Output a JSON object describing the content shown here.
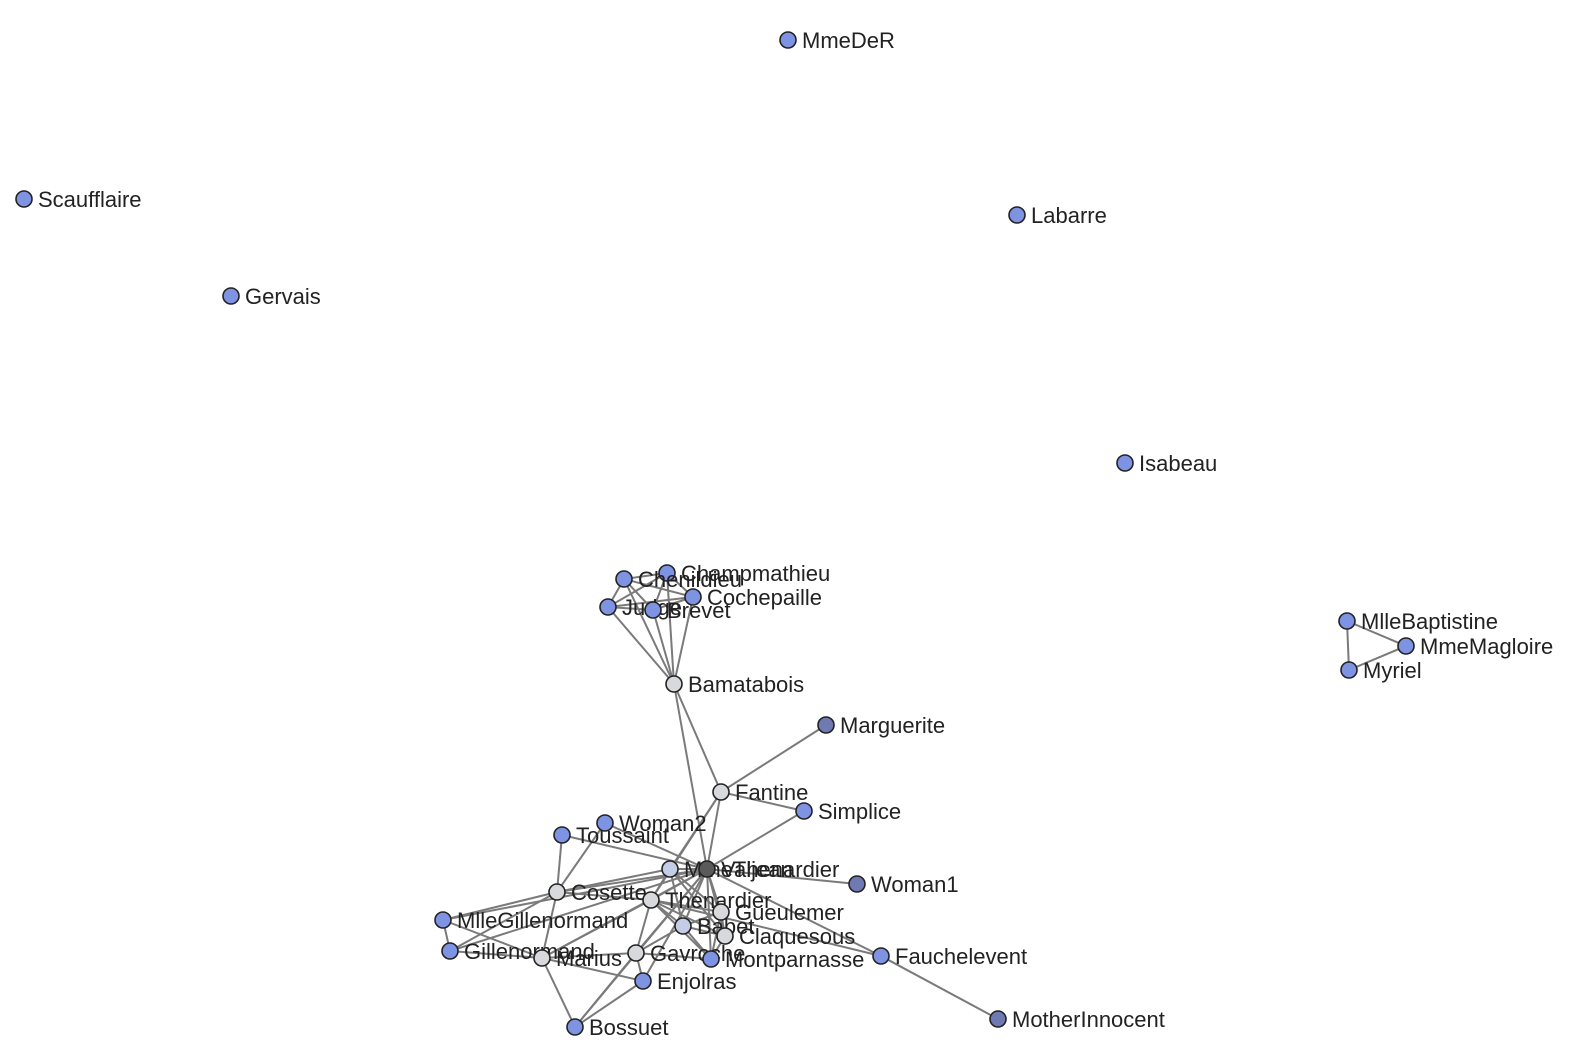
{
  "colors": {
    "blue": "#7f93e3",
    "light": "#d7d9dd",
    "lightblue": "#c3cde8",
    "dark": "#5a5a5a",
    "darkblue": "#6f7ab2",
    "edge": "#7a7a7a"
  },
  "nodes": [
    {
      "id": "MmeDeR",
      "color": "blue"
    },
    {
      "id": "Scaufflaire",
      "color": "blue"
    },
    {
      "id": "Labarre",
      "color": "blue"
    },
    {
      "id": "Gervais",
      "color": "blue"
    },
    {
      "id": "Isabeau",
      "color": "blue"
    },
    {
      "id": "Champmathieu",
      "color": "blue"
    },
    {
      "id": "Chenildieu",
      "color": "blue"
    },
    {
      "id": "Cochepaille",
      "color": "blue"
    },
    {
      "id": "Judge",
      "color": "blue"
    },
    {
      "id": "Brevet",
      "color": "blue"
    },
    {
      "id": "MlleBaptistine",
      "color": "blue"
    },
    {
      "id": "MmeMagloire",
      "color": "blue"
    },
    {
      "id": "Myriel",
      "color": "blue"
    },
    {
      "id": "Bamatabois",
      "color": "light"
    },
    {
      "id": "Marguerite",
      "color": "darkblue"
    },
    {
      "id": "Fantine",
      "color": "light"
    },
    {
      "id": "Simplice",
      "color": "blue"
    },
    {
      "id": "Woman2",
      "color": "blue"
    },
    {
      "id": "Toussaint",
      "color": "blue"
    },
    {
      "id": "MmeThenardier",
      "color": "lightblue"
    },
    {
      "id": "Valjean",
      "color": "dark"
    },
    {
      "id": "Woman1",
      "color": "darkblue"
    },
    {
      "id": "Cosette",
      "color": "light"
    },
    {
      "id": "Thenardier",
      "color": "light"
    },
    {
      "id": "MlleGillenormand",
      "color": "blue"
    },
    {
      "id": "Gueulemer",
      "color": "light"
    },
    {
      "id": "Babet",
      "color": "lightblue"
    },
    {
      "id": "Claquesous",
      "color": "light"
    },
    {
      "id": "Gillenormand",
      "color": "blue"
    },
    {
      "id": "Marius",
      "color": "light"
    },
    {
      "id": "Gavroche",
      "color": "light"
    },
    {
      "id": "Montparnasse",
      "color": "blue"
    },
    {
      "id": "Fauchelevent",
      "color": "blue"
    },
    {
      "id": "Enjolras",
      "color": "blue"
    },
    {
      "id": "MotherInnocent",
      "color": "darkblue"
    },
    {
      "id": "Bossuet",
      "color": "blue"
    }
  ],
  "edges": [
    [
      "MlleBaptistine",
      "MmeMagloire"
    ],
    [
      "MlleBaptistine",
      "Myriel"
    ],
    [
      "MmeMagloire",
      "Myriel"
    ],
    [
      "Chenildieu",
      "Champmathieu"
    ],
    [
      "Chenildieu",
      "Cochepaille"
    ],
    [
      "Chenildieu",
      "Judge"
    ],
    [
      "Chenildieu",
      "Brevet"
    ],
    [
      "Champmathieu",
      "Cochepaille"
    ],
    [
      "Champmathieu",
      "Judge"
    ],
    [
      "Champmathieu",
      "Brevet"
    ],
    [
      "Judge",
      "Brevet"
    ],
    [
      "Judge",
      "Cochepaille"
    ],
    [
      "Brevet",
      "Cochepaille"
    ],
    [
      "Bamatabois",
      "Chenildieu"
    ],
    [
      "Bamatabois",
      "Champmathieu"
    ],
    [
      "Bamatabois",
      "Judge"
    ],
    [
      "Bamatabois",
      "Brevet"
    ],
    [
      "Bamatabois",
      "Cochepaille"
    ],
    [
      "Bamatabois",
      "Valjean"
    ],
    [
      "Bamatabois",
      "Fantine"
    ],
    [
      "Marguerite",
      "Fantine"
    ],
    [
      "Fantine",
      "Simplice"
    ],
    [
      "Fantine",
      "Valjean"
    ],
    [
      "Fantine",
      "MmeThenardier"
    ],
    [
      "Fantine",
      "Thenardier"
    ],
    [
      "Simplice",
      "Valjean"
    ],
    [
      "Woman2",
      "Valjean"
    ],
    [
      "Woman2",
      "Cosette"
    ],
    [
      "Woman1",
      "Valjean"
    ],
    [
      "Toussaint",
      "Valjean"
    ],
    [
      "Toussaint",
      "Cosette"
    ],
    [
      "MmeThenardier",
      "Valjean"
    ],
    [
      "MmeThenardier",
      "Cosette"
    ],
    [
      "MmeThenardier",
      "Thenardier"
    ],
    [
      "MmeThenardier",
      "Babet"
    ],
    [
      "MmeThenardier",
      "Gueulemer"
    ],
    [
      "MmeThenardier",
      "Claquesous"
    ],
    [
      "Cosette",
      "Valjean"
    ],
    [
      "Cosette",
      "Thenardier"
    ],
    [
      "Cosette",
      "Marius"
    ],
    [
      "Cosette",
      "MlleGillenormand"
    ],
    [
      "Cosette",
      "Gillenormand"
    ],
    [
      "Thenardier",
      "Valjean"
    ],
    [
      "Thenardier",
      "Babet"
    ],
    [
      "Thenardier",
      "Gueulemer"
    ],
    [
      "Thenardier",
      "Claquesous"
    ],
    [
      "Thenardier",
      "Montparnasse"
    ],
    [
      "Thenardier",
      "Marius"
    ],
    [
      "Thenardier",
      "Gavroche"
    ],
    [
      "Gueulemer",
      "Valjean"
    ],
    [
      "Babet",
      "Valjean"
    ],
    [
      "Claquesous",
      "Valjean"
    ],
    [
      "Montparnasse",
      "Valjean"
    ],
    [
      "Gueulemer",
      "Babet"
    ],
    [
      "Babet",
      "Claquesous"
    ],
    [
      "Gueulemer",
      "Claquesous"
    ],
    [
      "Babet",
      "Montparnasse"
    ],
    [
      "Claquesous",
      "Montparnasse"
    ],
    [
      "Gueulemer",
      "Montparnasse"
    ],
    [
      "Gavroche",
      "Babet"
    ],
    [
      "Gavroche",
      "Valjean"
    ],
    [
      "Gavroche",
      "Enjolras"
    ],
    [
      "Gavroche",
      "Marius"
    ],
    [
      "Gavroche",
      "Bossuet"
    ],
    [
      "Gavroche",
      "Montparnasse"
    ],
    [
      "MlleGillenormand",
      "Gillenormand"
    ],
    [
      "MlleGillenormand",
      "Valjean"
    ],
    [
      "MlleGillenormand",
      "Marius"
    ],
    [
      "Gillenormand",
      "Valjean"
    ],
    [
      "Gillenormand",
      "Marius"
    ],
    [
      "Marius",
      "Valjean"
    ],
    [
      "Marius",
      "Enjolras"
    ],
    [
      "Marius",
      "Bossuet"
    ],
    [
      "Enjolras",
      "Valjean"
    ],
    [
      "Enjolras",
      "Bossuet"
    ],
    [
      "Bossuet",
      "Valjean"
    ],
    [
      "Fauchelevent",
      "Valjean"
    ],
    [
      "Fauchelevent",
      "MotherInnocent"
    ],
    [
      "Fauchelevent",
      "Thenardier"
    ]
  ]
}
